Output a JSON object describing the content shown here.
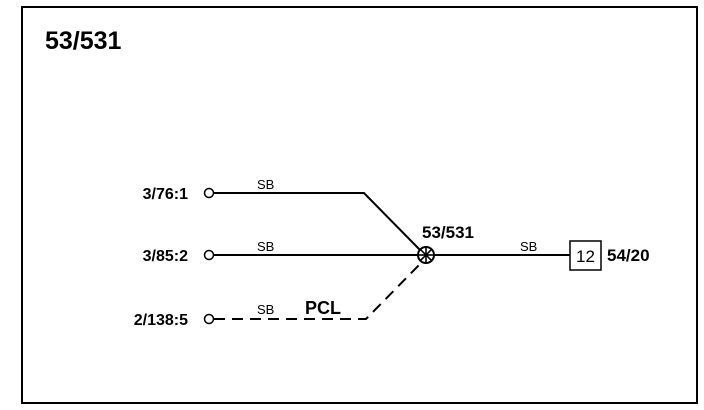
{
  "diagram": {
    "title": "53/531",
    "splice": {
      "label": "53/531"
    },
    "terminals": [
      {
        "label": "3/76:1",
        "wire_color": "SB",
        "dashed": false
      },
      {
        "label": "3/85:2",
        "wire_color": "SB",
        "dashed": false
      },
      {
        "label": "2/138:5",
        "wire_color": "SB",
        "dashed": true,
        "note": "PCL"
      }
    ],
    "output": {
      "wire_color": "SB",
      "connector_number": "12",
      "label": "54/20"
    }
  }
}
